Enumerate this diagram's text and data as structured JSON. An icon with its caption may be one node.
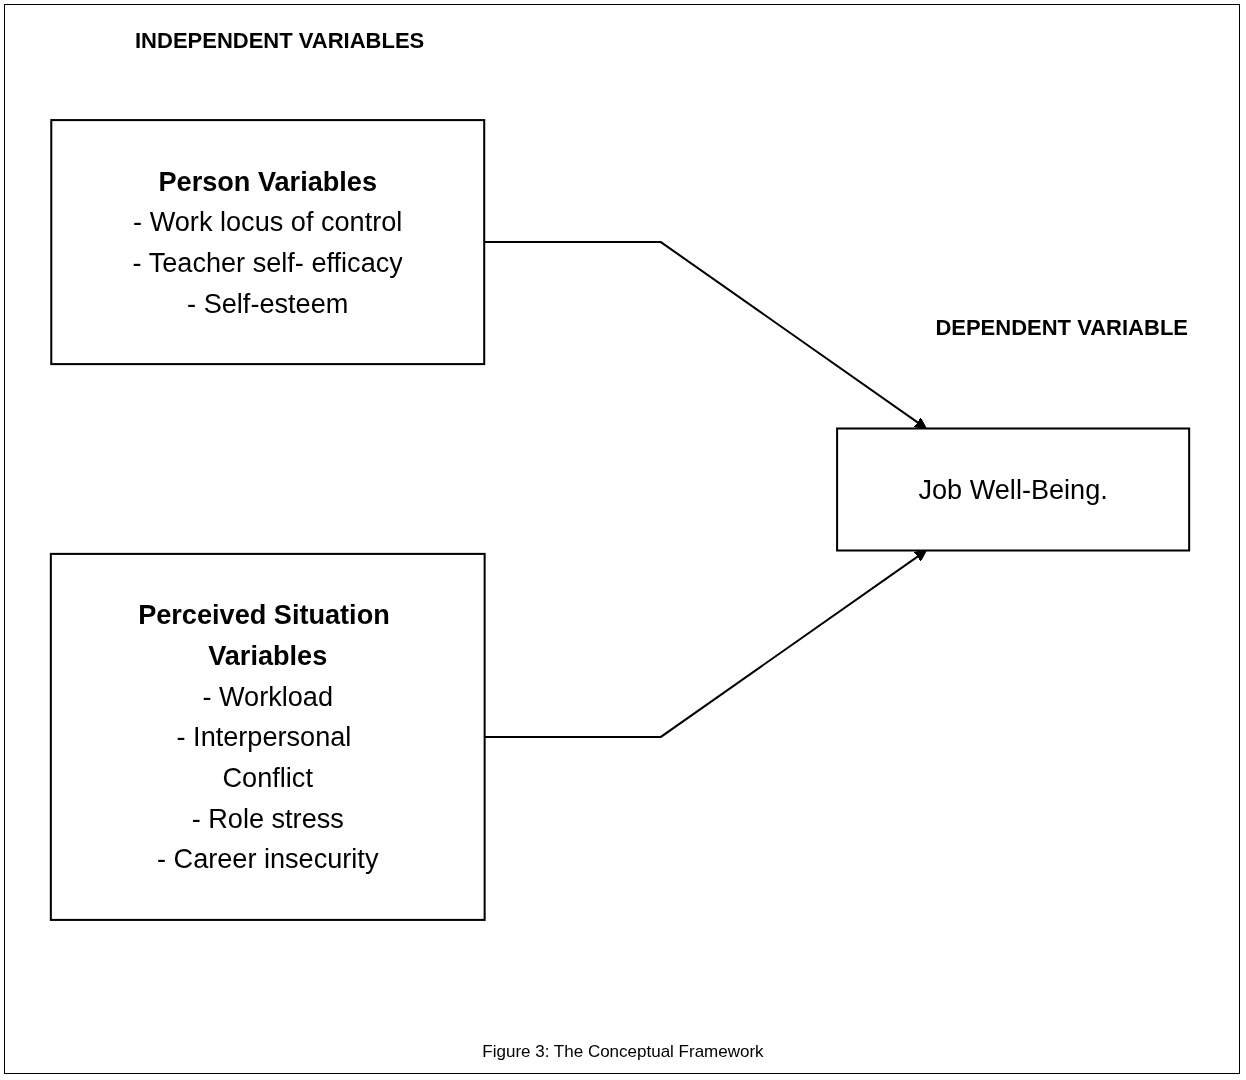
{
  "diagram": {
    "caption": "Figure 3: The Conceptual Framework",
    "nodes": [
      {
        "text": [
          "Person Variables",
          "- Work locus of control",
          "- Teacher self- efficacy",
          "- Self-esteem"
        ]
      },
      {
        "text": [
          "Perceived Situation Variables",
          "- Workload",
          "- Interpersonal Conflict",
          "- Role stress",
          "- Career insecurity"
        ]
      },
      {
        "text": [
          "Job Well-Being."
        ]
      }
    ],
    "edges": [
      {
        "from": 0,
        "to": 2,
        "arrow": "to"
      },
      {
        "from": 1,
        "to": 2,
        "arrow": "to"
      }
    ],
    "labels": [
      "INDEPENDENT VARIABLES",
      "DEPENDENT VARIABLE"
    ]
  }
}
